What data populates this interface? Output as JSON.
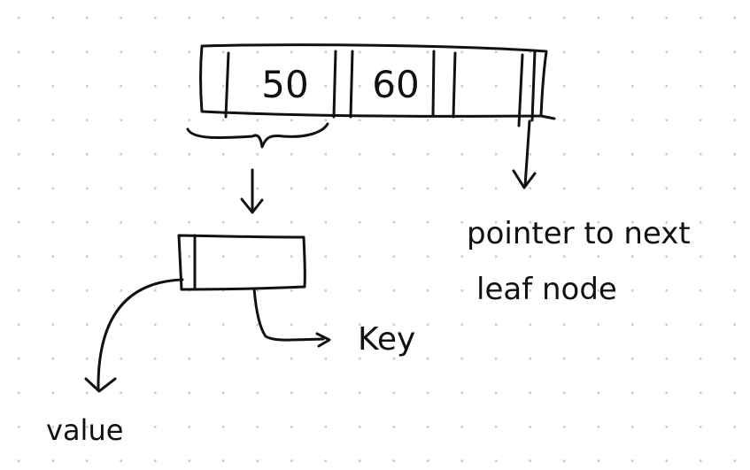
{
  "node": {
    "keys": [
      "50",
      "60"
    ]
  },
  "labels": {
    "pointer_line1": "pointer to next",
    "pointer_line2": "leaf node",
    "key": "Key",
    "value": "value"
  }
}
